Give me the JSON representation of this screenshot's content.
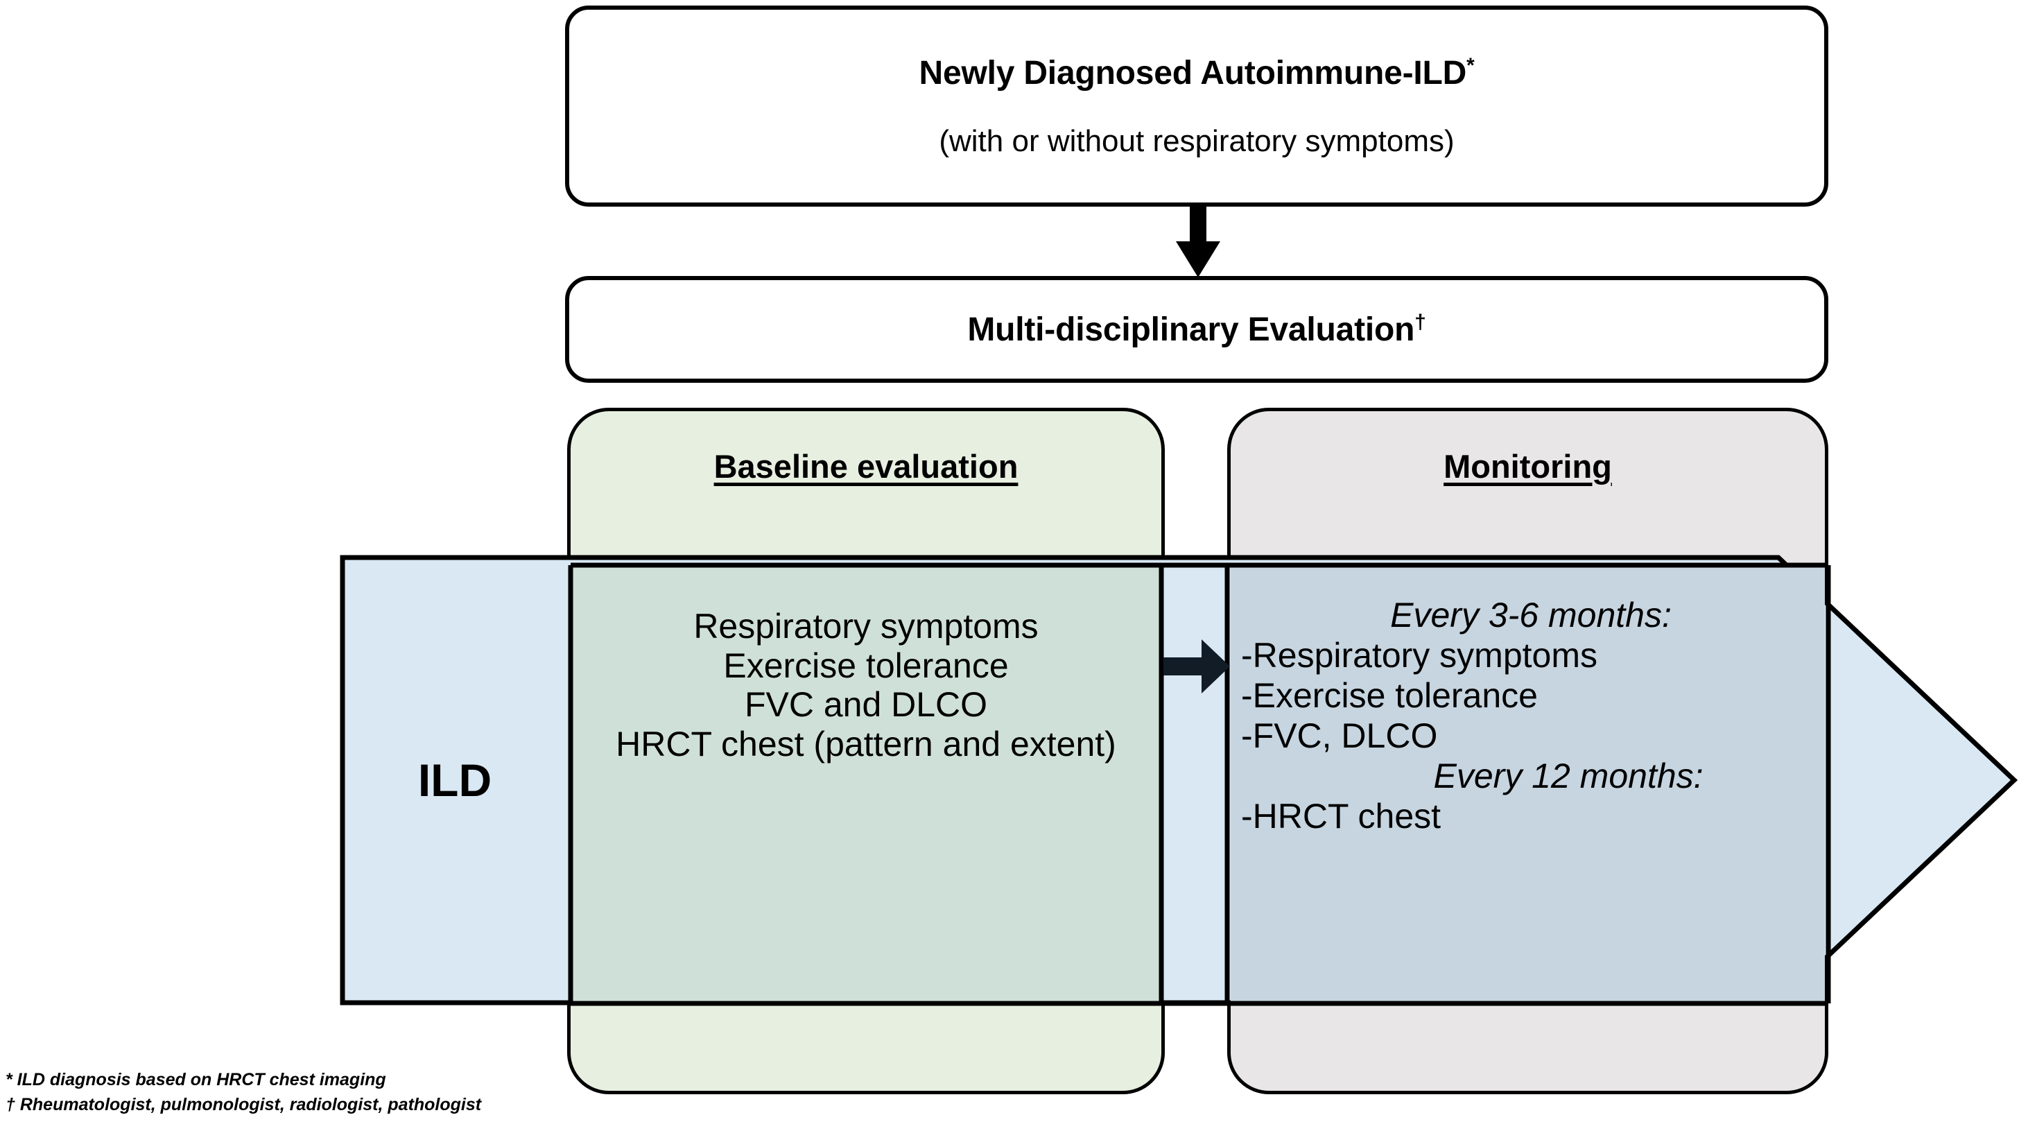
{
  "diagram": {
    "type": "clinical-pathway-flowchart",
    "top_boxes": [
      {
        "id": "diagnosis",
        "title": "Newly Diagnosed Autoimmune-ILD",
        "title_marker": "*",
        "subtitle": "(with or without respiratory symptoms)"
      },
      {
        "id": "mdt",
        "title": "Multi-disciplinary Evaluation",
        "title_marker": "†"
      }
    ],
    "band": {
      "label": "ILD",
      "shape": "right-pointing-arrow",
      "color": "#d9e8f3"
    },
    "panels": [
      {
        "id": "baseline",
        "title": "Baseline evaluation",
        "color": "#e7efe0",
        "items": [
          "Respiratory symptoms",
          "Exercise tolerance",
          "FVC and DLCO",
          "HRCT chest (pattern and extent)"
        ]
      },
      {
        "id": "monitoring",
        "title": "Monitoring",
        "color": "#e8e6e7",
        "groups": [
          {
            "heading": "Every 3-6 months:",
            "items": [
              "-Respiratory symptoms",
              "-Exercise tolerance",
              "-FVC, DLCO"
            ]
          },
          {
            "heading": "Every 12 months:",
            "items": [
              "-HRCT chest"
            ]
          }
        ]
      }
    ],
    "footnotes": [
      "* ILD diagnosis based on HRCT chest imaging",
      "† Rheumatologist, pulmonologist, radiologist, pathologist"
    ],
    "colors": {
      "band_fill": "#d9e8f3",
      "baseline_fill": "#e7efe0",
      "monitoring_fill": "#e8e6e7",
      "band_over_baseline": "#cfe0d9",
      "band_over_monitoring": "#c6d5e0",
      "stroke": "#000000"
    }
  }
}
